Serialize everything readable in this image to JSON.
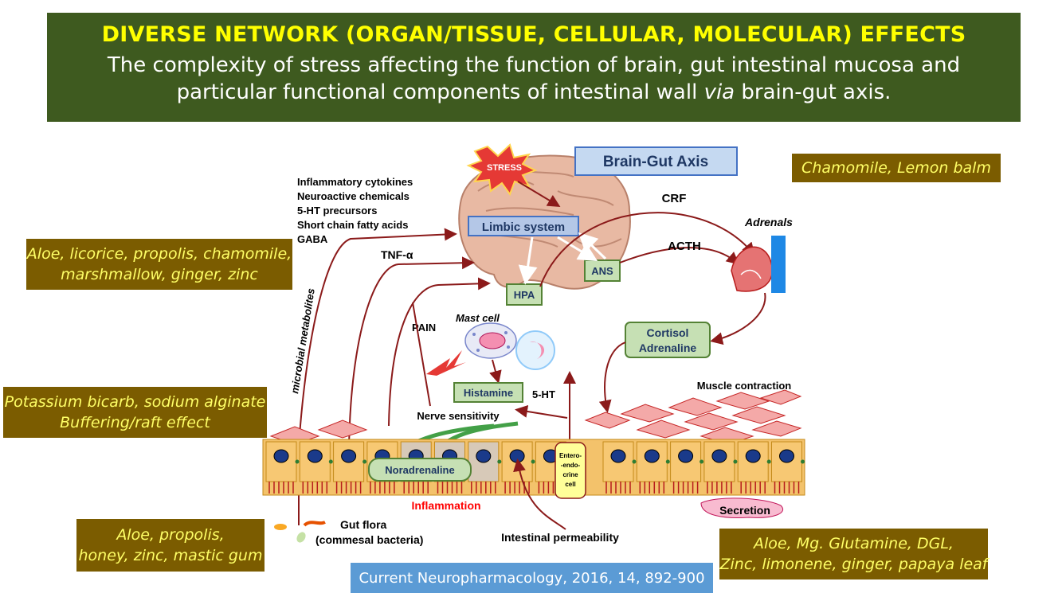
{
  "header": {
    "title": "DIVERSE NETWORK (ORGAN/TISSUE, CELLULAR, MOLECULAR) EFFECTS",
    "subtitle_line1": "The complexity of stress affecting the function of brain, gut intestinal mucosa and",
    "subtitle_line2_pre": "particular functional components of intestinal wall ",
    "subtitle_line2_italic": "via",
    "subtitle_line2_post": " brain-gut axis."
  },
  "herbs": {
    "top_right": "Chamomile, Lemon balm",
    "left_1_line1": "Aloe, licorice, propolis, chamomile,",
    "left_1_line2": "marshmallow, ginger, zinc",
    "left_2_line1": "Potassium bicarb, sodium alginate",
    "left_2_line2": "Buffering/raft effect",
    "bottom_left_line1": "Aloe, propolis,",
    "bottom_left_line2": "honey, zinc, mastic gum",
    "bottom_right_line1": "Aloe, Mg. Glutamine, DGL,",
    "bottom_right_line2": "Zinc, limonene, ginger, papaya leaf"
  },
  "citation": "Current Neuropharmacology, 2016, 14, 892-900",
  "diagram": {
    "axis_title": "Brain-Gut Axis",
    "stress": "STRESS",
    "limbic": "Limbic system",
    "hpa": "HPA",
    "ans": "ANS",
    "crf": "CRF",
    "acth": "ACTH",
    "adrenals": "Adrenals",
    "cortisol_line1": "Cortisol",
    "cortisol_line2": "Adrenaline",
    "signals": [
      "Inflammatory cytokines",
      "Neuroactive chemicals",
      "5-HT precursors",
      "Short chain fatty acids",
      "GABA"
    ],
    "tnf": "TNF-α",
    "microbial": "microbial metabolites",
    "pain": "PAIN",
    "mast_cell": "Mast cell",
    "histamine": "Histamine",
    "five_ht": "5-HT",
    "muscle": "Muscle contraction",
    "nerve": "Nerve sensitivity",
    "noradrenaline": "Noradrenaline",
    "entero": [
      "Entero-",
      "-endo-",
      "crine",
      "cell"
    ],
    "inflammation": "Inflammation",
    "secretion": "Secretion",
    "gut_flora_line1": "Gut flora",
    "gut_flora_line2": "(commesal bacteria)",
    "permeability": "Intestinal permeability"
  },
  "colors": {
    "header_bg": "#3e5a1f",
    "title_yellow": "#ffff00",
    "herb_bg": "#7b5c00",
    "herb_text": "#ffff66",
    "citation_bg": "#5b9bd5",
    "arrow": "#8b1a1a",
    "green_box": "#c6e0b4",
    "inflammation": "#ff0000"
  }
}
